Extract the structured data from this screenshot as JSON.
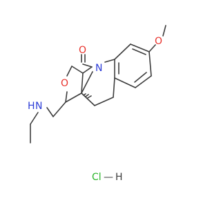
{
  "molecule": {
    "atoms": {
      "carbonyl_oxygen": "O",
      "ring_nitrogen": "N",
      "ring_oxygen": "O",
      "amine_nitrogen": "N",
      "amine_hydrogen": "H",
      "methoxy_oxygen": "O"
    },
    "salt": {
      "chlorine": "Cl",
      "bond": "—",
      "hydrogen": "H"
    },
    "colors": {
      "bond": "#3c3c3c",
      "oxygen": "#e8302a",
      "nitrogen": "#2b3bd6",
      "chlorine": "#2ab52a",
      "hydrogen": "#3c3c3c"
    }
  }
}
